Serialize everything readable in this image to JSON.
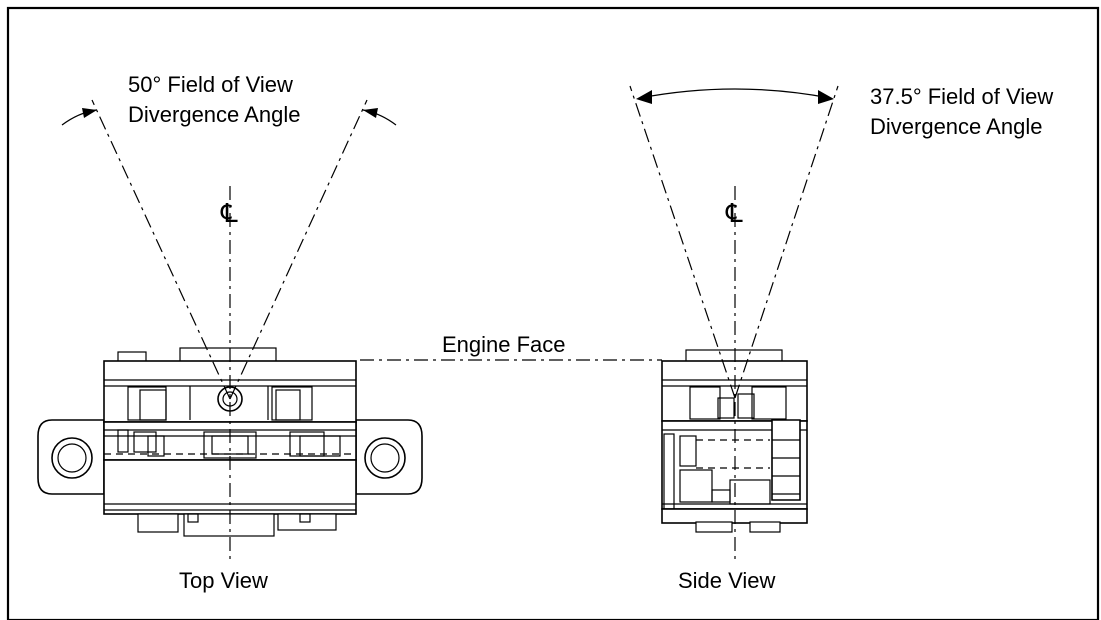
{
  "labels": {
    "top_fov_line1": "50° Field of View",
    "top_fov_line2": "Divergence Angle",
    "side_fov_line1": "37.5° Field of View",
    "side_fov_line2": "Divergence Angle",
    "engine_face": "Engine Face",
    "top_view": "Top View",
    "side_view": "Side View",
    "centerline_symbol": "℄"
  },
  "angles": {
    "top_fov_degrees": 50,
    "side_fov_degrees": 37.5
  }
}
